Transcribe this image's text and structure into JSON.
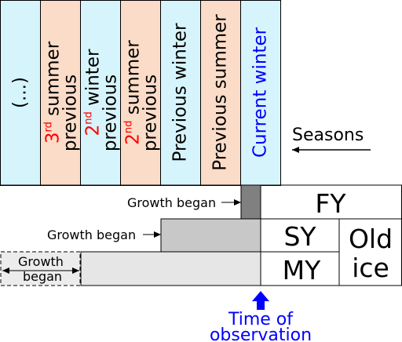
{
  "colors": {
    "winter_fill": "#d6f4fb",
    "summer_fill": "#fbdcc8",
    "ordinal_red": "#ff0000",
    "current_blue": "#0000ff",
    "fy_bar": "#808080",
    "sy_bar": "#c8c8c8",
    "my_bar": "#e6e6e6",
    "observation_arrow": "#0000ff"
  },
  "seasons": {
    "columns": [
      {
        "type": "winter",
        "lines": [
          "(...)"
        ]
      },
      {
        "type": "summer",
        "ordinal": "3",
        "ordinal_suffix": "rd",
        "lines": [
          "previous summer"
        ]
      },
      {
        "type": "winter",
        "ordinal": "2",
        "ordinal_suffix": "nd",
        "lines": [
          "previous winter"
        ]
      },
      {
        "type": "summer",
        "ordinal": "2",
        "ordinal_suffix": "nd",
        "lines": [
          "previous summer"
        ]
      },
      {
        "type": "winter",
        "lines": [
          "Previous winter"
        ]
      },
      {
        "type": "summer",
        "lines": [
          "Previous summer"
        ]
      },
      {
        "type": "winter",
        "lines": [
          "Current winter"
        ],
        "current": true
      }
    ],
    "label": "Seasons"
  },
  "ice": {
    "fy": {
      "label": "FY",
      "growth_label": "Growth began"
    },
    "sy": {
      "label": "SY",
      "growth_label": "Growth began"
    },
    "my": {
      "label": "MY",
      "growth_label_line1": "Growth",
      "growth_label_line2": "began"
    },
    "old_ice": {
      "line1": "Old",
      "line2": "ice"
    }
  },
  "observation": {
    "line1": "Time of",
    "line2": "observation"
  }
}
